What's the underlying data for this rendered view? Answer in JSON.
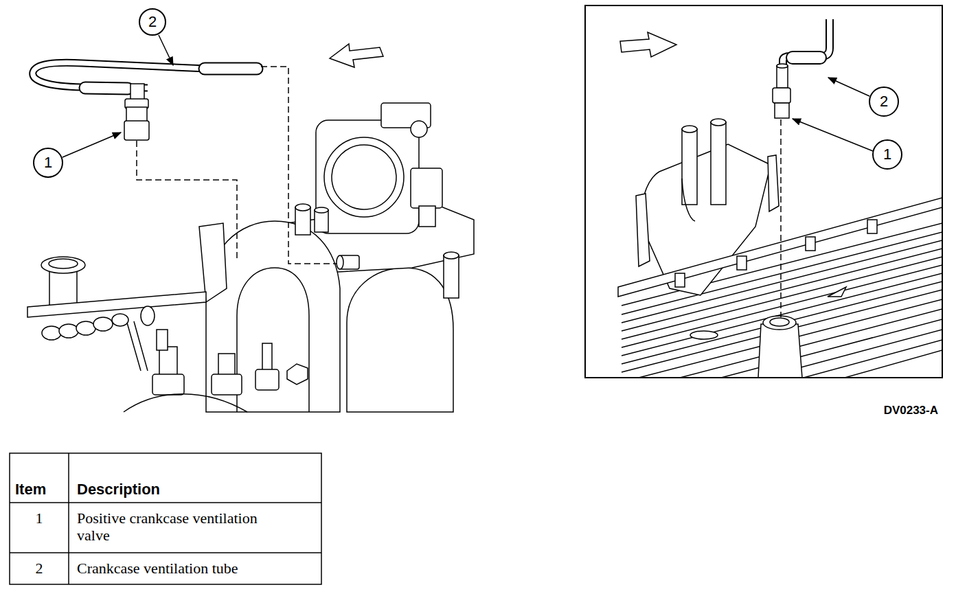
{
  "diagram": {
    "nodes": [
      {
        "text": [
          "2"
        ]
      },
      {
        "text": [
          "1"
        ]
      },
      {
        "text": [
          "2"
        ]
      },
      {
        "text": [
          "1"
        ]
      }
    ],
    "labels": [
      "Item",
      "Description",
      "1",
      "Positive crankcase ventilation valve",
      "2",
      "Crankcase ventilation tube",
      "DV0233-A"
    ]
  }
}
